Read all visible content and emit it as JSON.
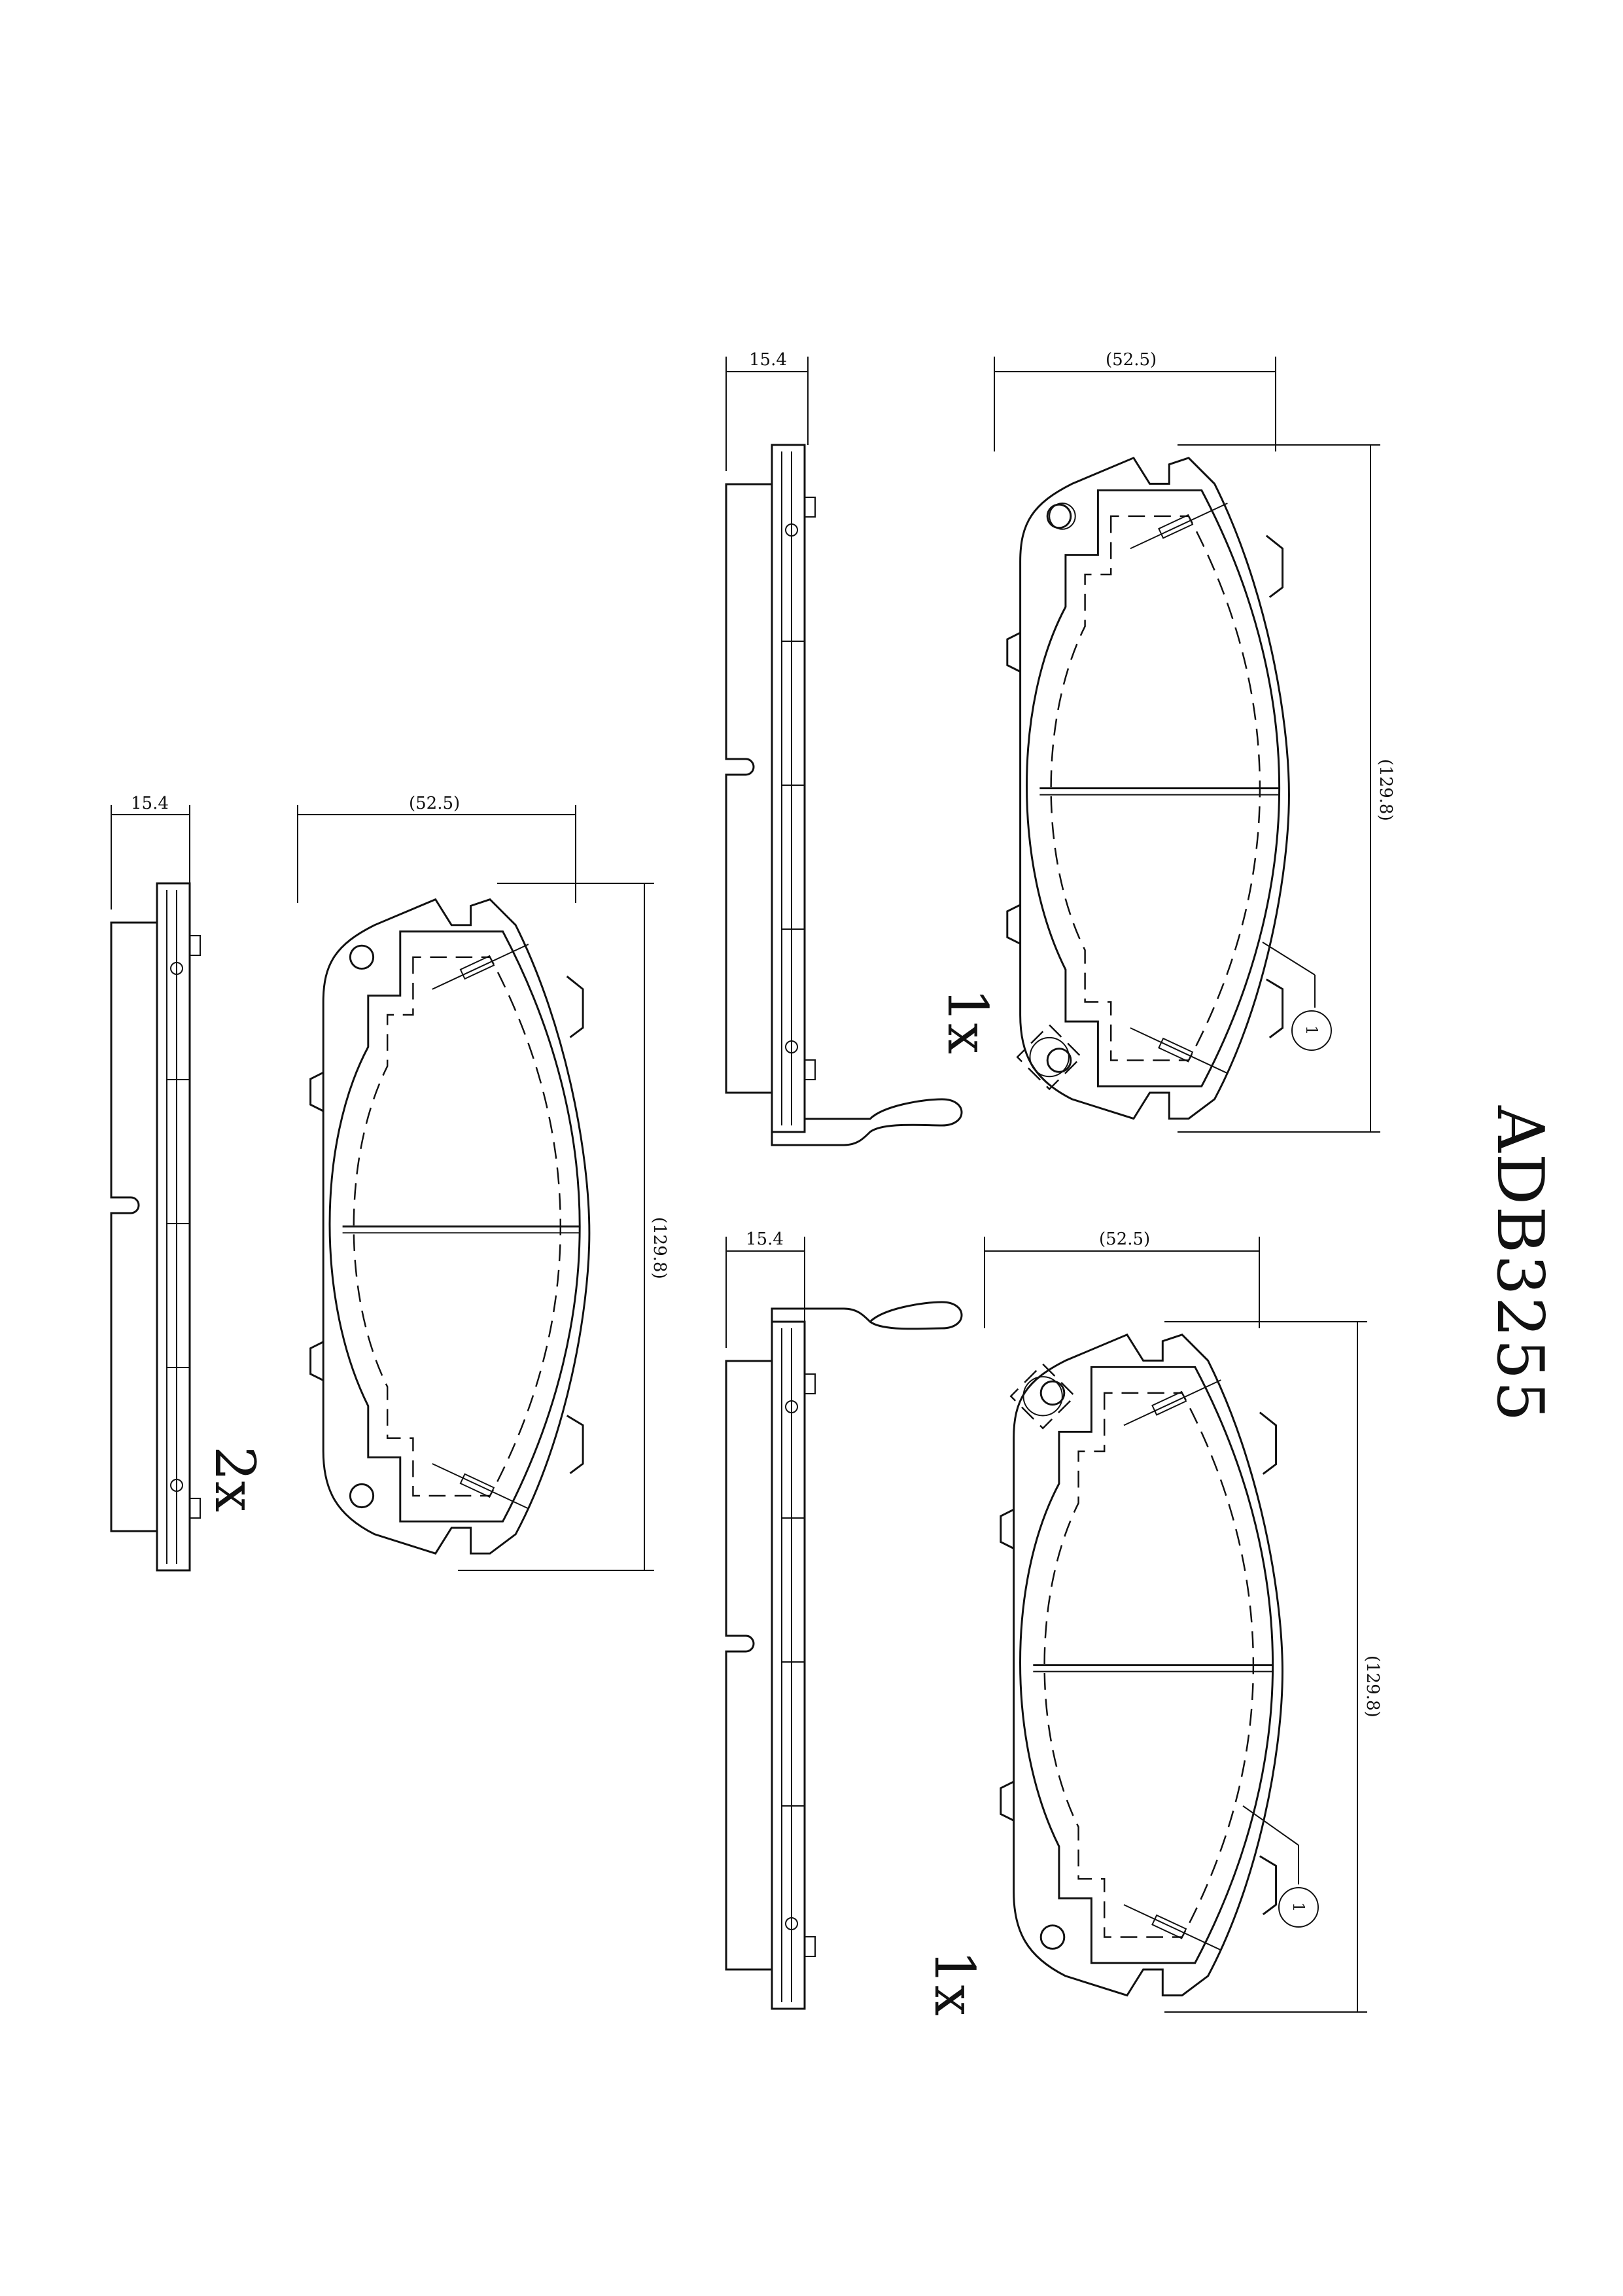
{
  "part_number": "ADB3255",
  "views": [
    {
      "id": "left",
      "quantity": "2x",
      "thickness": "15.4",
      "width": "(52.5)",
      "length": "(129.8)"
    },
    {
      "id": "top-right",
      "quantity": "1x",
      "thickness": "15.4",
      "width": "(52.5)",
      "length": "(129.8)",
      "marker": "1"
    },
    {
      "id": "bottom-right",
      "quantity": "1x",
      "thickness": "15.4",
      "width": "(52.5)",
      "length": "(129.8)",
      "marker": "1"
    }
  ]
}
